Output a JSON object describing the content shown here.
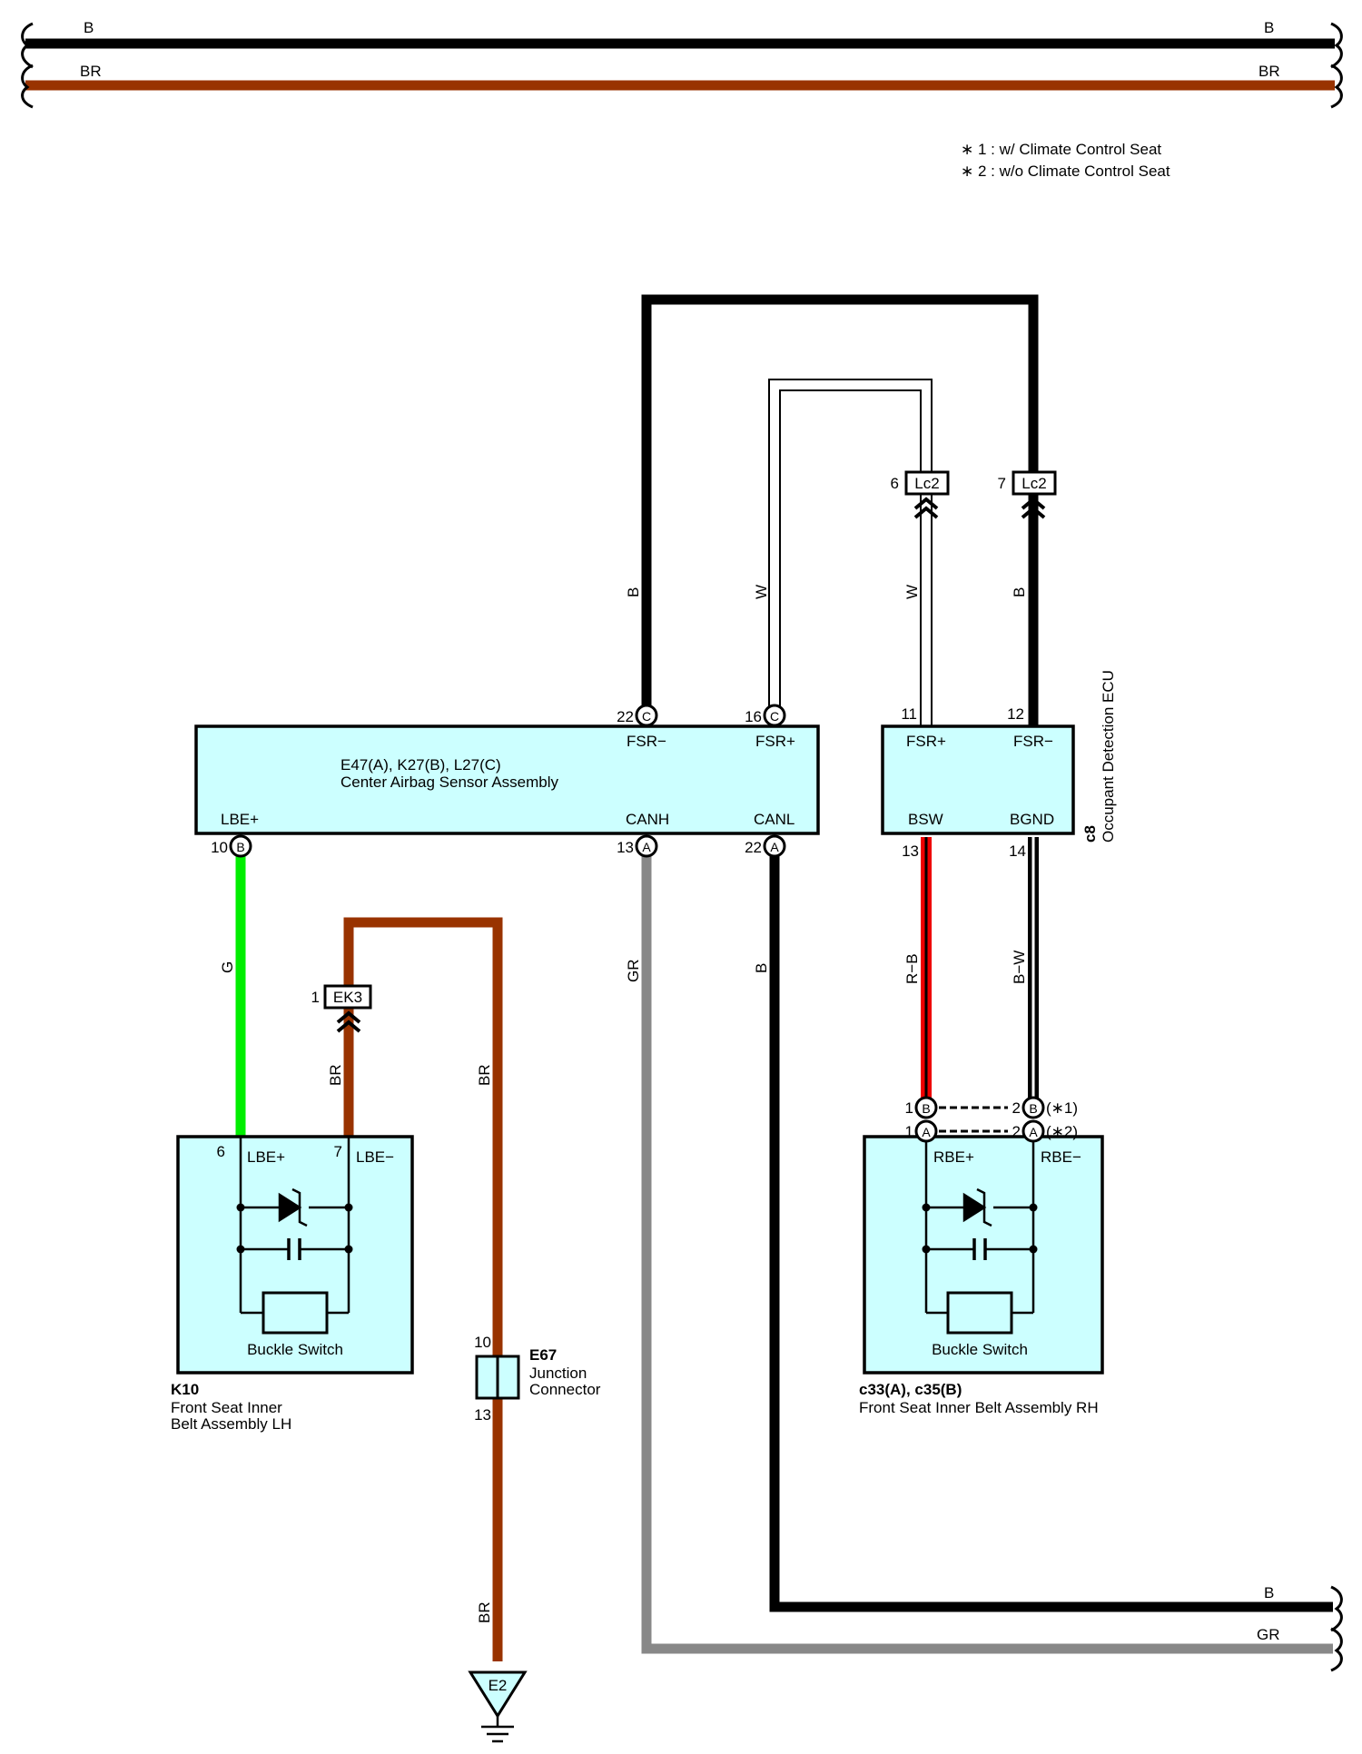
{
  "colors": {
    "B": "#000000",
    "BR": "#993300",
    "W": "#ffffff",
    "G": "#00ee00",
    "GR": "#888888",
    "R": "#ee0000",
    "box_fill": "#ccffff"
  },
  "bus": {
    "top_b": "B",
    "top_br": "BR",
    "bottom_b": "B",
    "bottom_gr": "GR"
  },
  "notes": [
    "∗ 1 : w/ Climate Control Seat",
    "∗ 2 : w/o Climate Control Seat"
  ],
  "center_airbag": {
    "code": "E47(A), K27(B), L27(C)",
    "name": "Center Airbag Sensor Assembly",
    "pins": {
      "fsr_minus": {
        "label": "FSR−",
        "num": "22",
        "conn": "C"
      },
      "fsr_plus": {
        "label": "FSR+",
        "num": "16",
        "conn": "C"
      },
      "lbe_plus": {
        "label": "LBE+",
        "num": "10",
        "conn": "B"
      },
      "canh": {
        "label": "CANH",
        "num": "13",
        "conn": "A"
      },
      "canl": {
        "label": "CANL",
        "num": "22",
        "conn": "A"
      }
    }
  },
  "occupant_ecu": {
    "code": "c8",
    "name": "Occupant Detection ECU",
    "pins": {
      "fsr_plus": {
        "label": "FSR+",
        "num": "11"
      },
      "fsr_minus": {
        "label": "FSR−",
        "num": "12"
      },
      "bsw": {
        "label": "BSW",
        "num": "13"
      },
      "bgnd": {
        "label": "BGND",
        "num": "14"
      }
    }
  },
  "connectors": {
    "lc2_a": {
      "name": "Lc2",
      "pin": "6"
    },
    "lc2_b": {
      "name": "Lc2",
      "pin": "7"
    },
    "ek3": {
      "name": "EK3",
      "pin": "1"
    }
  },
  "wire_labels": {
    "fsr_minus_ecu": "B",
    "fsr_plus_ecu": "W",
    "lc2_w": "W",
    "lc2_b": "B",
    "lbe_g": "G",
    "canh_gr": "GR",
    "canl_b": "B",
    "bsw_rb": "R−B",
    "bgnd_bw": "B−W",
    "ek3_br": "BR",
    "ground_br_upper": "BR",
    "ground_br_lower": "BR"
  },
  "lh_belt": {
    "code": "K10",
    "name_line1": "Front Seat Inner",
    "name_line2": "Belt Assembly LH",
    "switch_label": "Buckle Switch",
    "pin_plus": {
      "label": "LBE+",
      "num": "6"
    },
    "pin_minus": {
      "label": "LBE−",
      "num": "7"
    }
  },
  "rh_belt": {
    "code": "c33(A), c35(B)",
    "name": "Front Seat Inner Belt Assembly RH",
    "switch_label": "Buckle Switch",
    "pin_plus": {
      "label": "RBE+"
    },
    "pin_minus": {
      "label": "RBE−"
    },
    "variant1": {
      "conn": "B",
      "num_plus": "1",
      "num_minus": "2",
      "note": "(∗1)"
    },
    "variant2": {
      "conn": "A",
      "num_plus": "1",
      "num_minus": "2",
      "note": "(∗2)"
    }
  },
  "junction": {
    "code": "E67",
    "name_line1": "Junction",
    "name_line2": "Connector",
    "pin_top": "10",
    "pin_bottom": "13"
  },
  "ground": {
    "label": "E2"
  }
}
